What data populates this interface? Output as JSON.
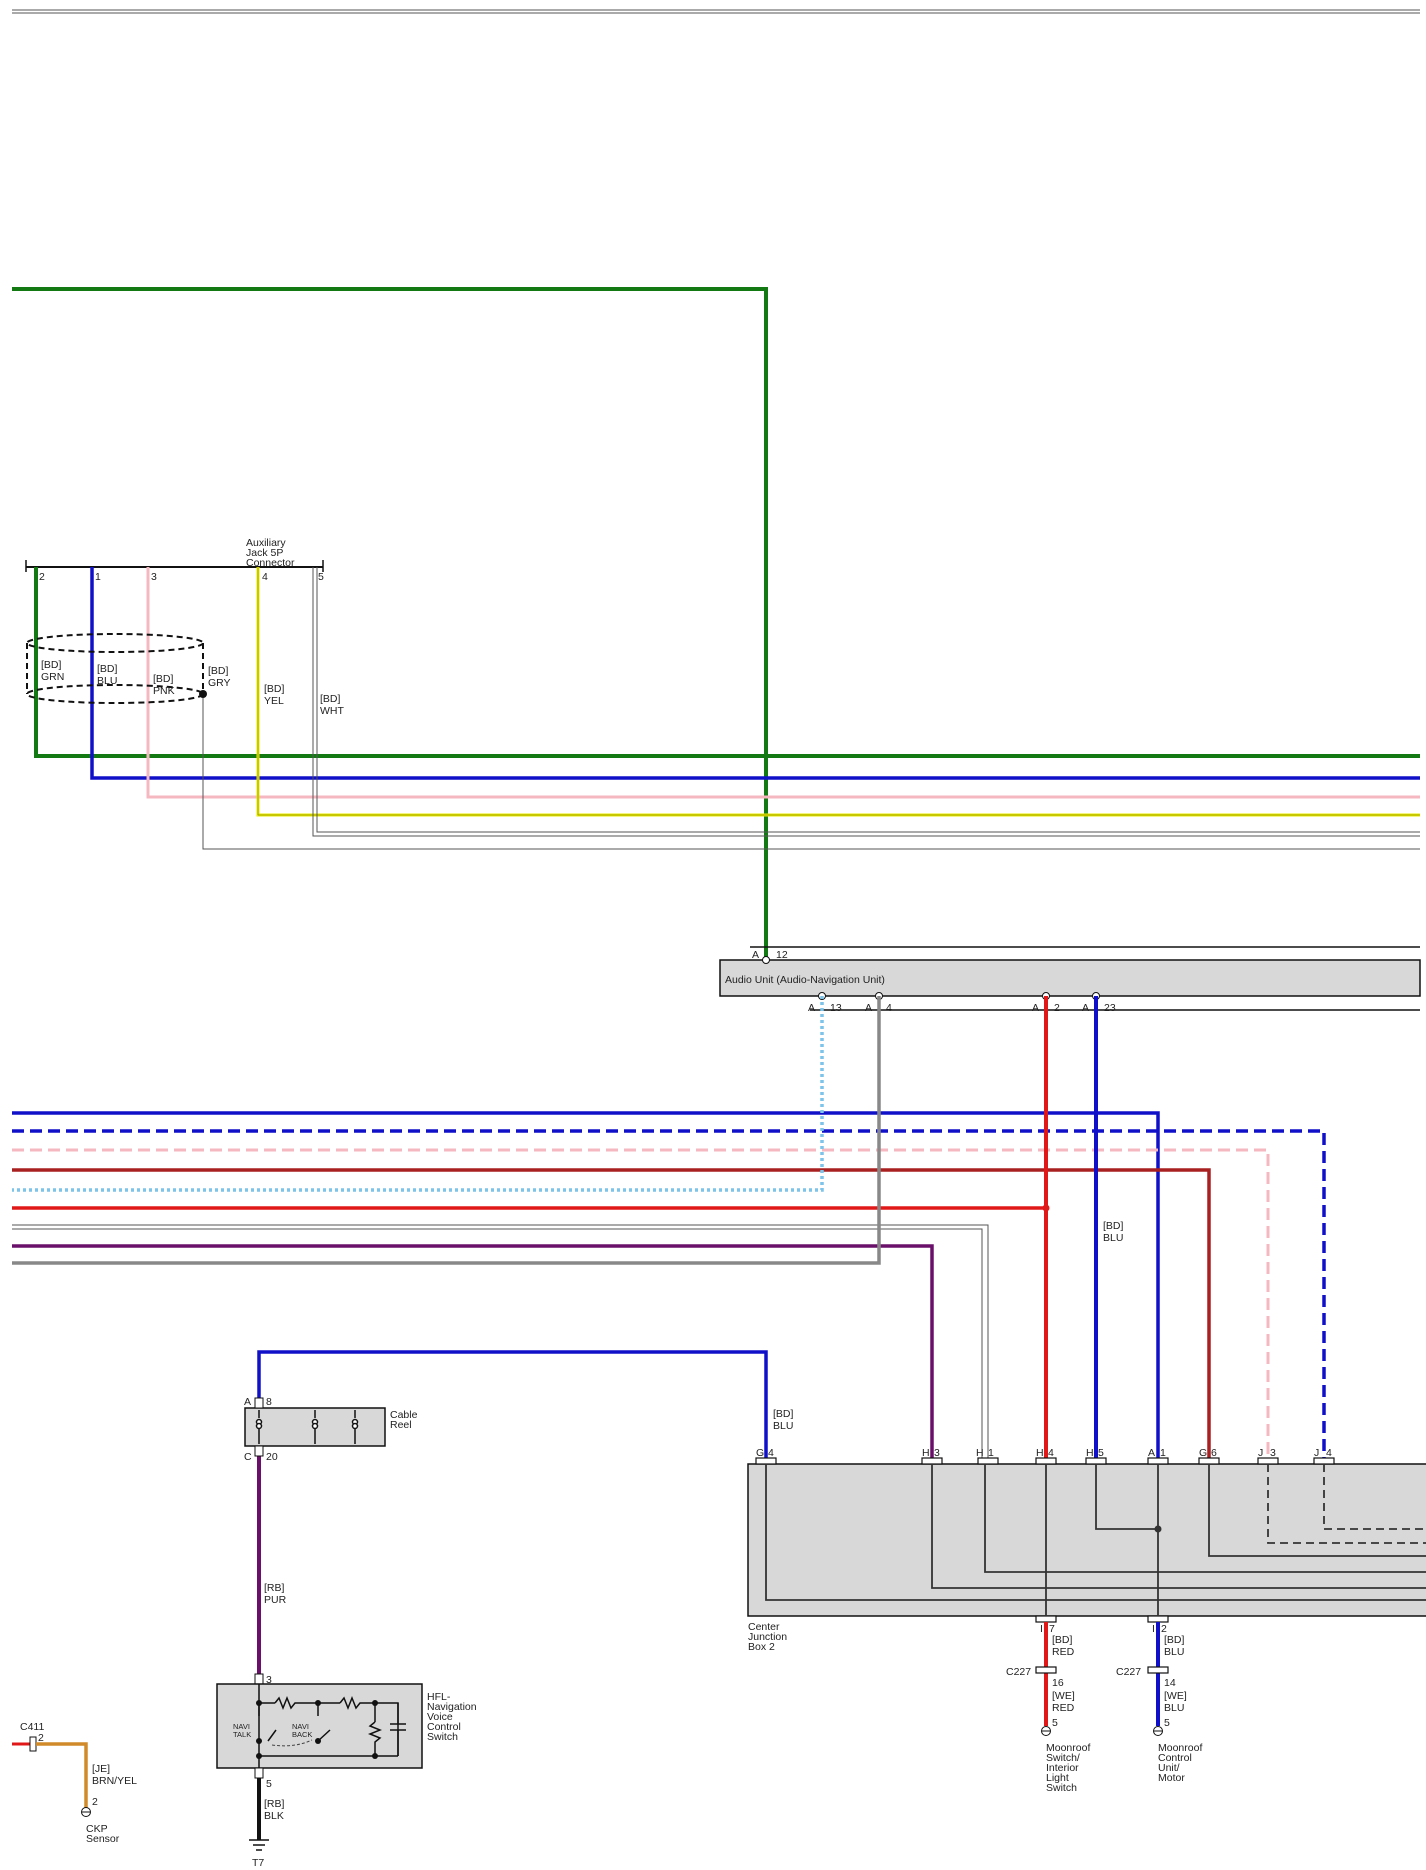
{
  "diagram": {
    "aux_connector": {
      "title": [
        "Auxiliary",
        "Jack 5P",
        "Connector"
      ],
      "pins": [
        "2",
        "1",
        "3",
        "4",
        "5"
      ],
      "wires": [
        {
          "code": "[BD]",
          "color": "GRN"
        },
        {
          "code": "[BD]",
          "color": "BLU"
        },
        {
          "code": "[BD]",
          "color": "PNK"
        },
        {
          "code": "[BD]",
          "color": "GRY"
        },
        {
          "code": "[BD]",
          "color": "YEL"
        },
        {
          "code": "[BD]",
          "color": "WHT"
        }
      ]
    },
    "audio_unit": {
      "title": "Audio Unit (Audio-Navigation Unit)",
      "top_pin": {
        "conn": "A",
        "pin": "12"
      },
      "bottom_pins": [
        {
          "conn": "A",
          "pin": "13"
        },
        {
          "conn": "A",
          "pin": "4"
        },
        {
          "conn": "A",
          "pin": "2"
        },
        {
          "conn": "A",
          "pin": "23"
        }
      ],
      "blu_wire": {
        "code": "[BD]",
        "color": "BLU"
      }
    },
    "cable_reel": {
      "title": [
        "Cable",
        "Reel"
      ],
      "pin_top": {
        "conn": "A",
        "pin": "8"
      },
      "pin_bottom": {
        "conn": "C",
        "pin": "20"
      },
      "wire_out": {
        "code": "[BD]",
        "color": "BLU"
      },
      "wire_down": {
        "code": "[RB]",
        "color": "PUR"
      }
    },
    "junction_box": {
      "title": [
        "Center",
        "Junction",
        "Box 2"
      ],
      "pins": [
        {
          "conn": "G",
          "pin": "4"
        },
        {
          "conn": "H",
          "pin": "3"
        },
        {
          "conn": "H",
          "pin": "1"
        },
        {
          "conn": "H",
          "pin": "4"
        },
        {
          "conn": "H",
          "pin": "5"
        },
        {
          "conn": "A",
          "pin": "1"
        },
        {
          "conn": "G",
          "pin": "6"
        },
        {
          "conn": "J",
          "pin": "3"
        },
        {
          "conn": "J",
          "pin": "4"
        }
      ],
      "bottom_pins": [
        {
          "conn": "I",
          "pin": "7"
        },
        {
          "conn": "I",
          "pin": "2"
        }
      ]
    },
    "moonroof_switch": {
      "wire1": {
        "code": "[BD]",
        "color": "RED"
      },
      "connector": "C227",
      "connector_pin": "16",
      "wire2": {
        "code": "[WE]",
        "color": "RED"
      },
      "pin": "5",
      "title": [
        "Moonroof",
        "Switch/",
        "Interior",
        "Light",
        "Switch"
      ]
    },
    "moonroof_unit": {
      "wire1": {
        "code": "[BD]",
        "color": "BLU"
      },
      "connector": "C227",
      "connector_pin": "14",
      "wire2": {
        "code": "[WE]",
        "color": "BLU"
      },
      "pin": "5",
      "title": [
        "Moonroof",
        "Control",
        "Unit/",
        "Motor"
      ]
    },
    "hfl_switch": {
      "pin_top": "3",
      "pin_bottom": "5",
      "title": [
        "HFL-",
        "Navigation",
        "Voice",
        "Control",
        "Switch"
      ],
      "talk_label": [
        "NAVI",
        "TALK"
      ],
      "back_label": [
        "NAVI",
        "BACK"
      ],
      "wire_ground": {
        "code": "[RB]",
        "color": "BLK"
      },
      "ground": "T7"
    },
    "ckp": {
      "connector": "C411",
      "connector_pin": "2",
      "wire": {
        "code": "[JE]",
        "color": "BRN/YEL"
      },
      "pin": "2",
      "title": [
        "CKP",
        "Sensor"
      ]
    },
    "colors": {
      "grn": "#137a13",
      "blu": "#1010c8",
      "pnk": "#f5b8c0",
      "yel": "#e8e800",
      "red": "#e01818",
      "darkred": "#a82020",
      "pur": "#6a106a",
      "gry": "#888888",
      "ltblu": "#7cc4ea",
      "brnyel": "#d08a2a",
      "box": "#d8d8d8"
    }
  }
}
